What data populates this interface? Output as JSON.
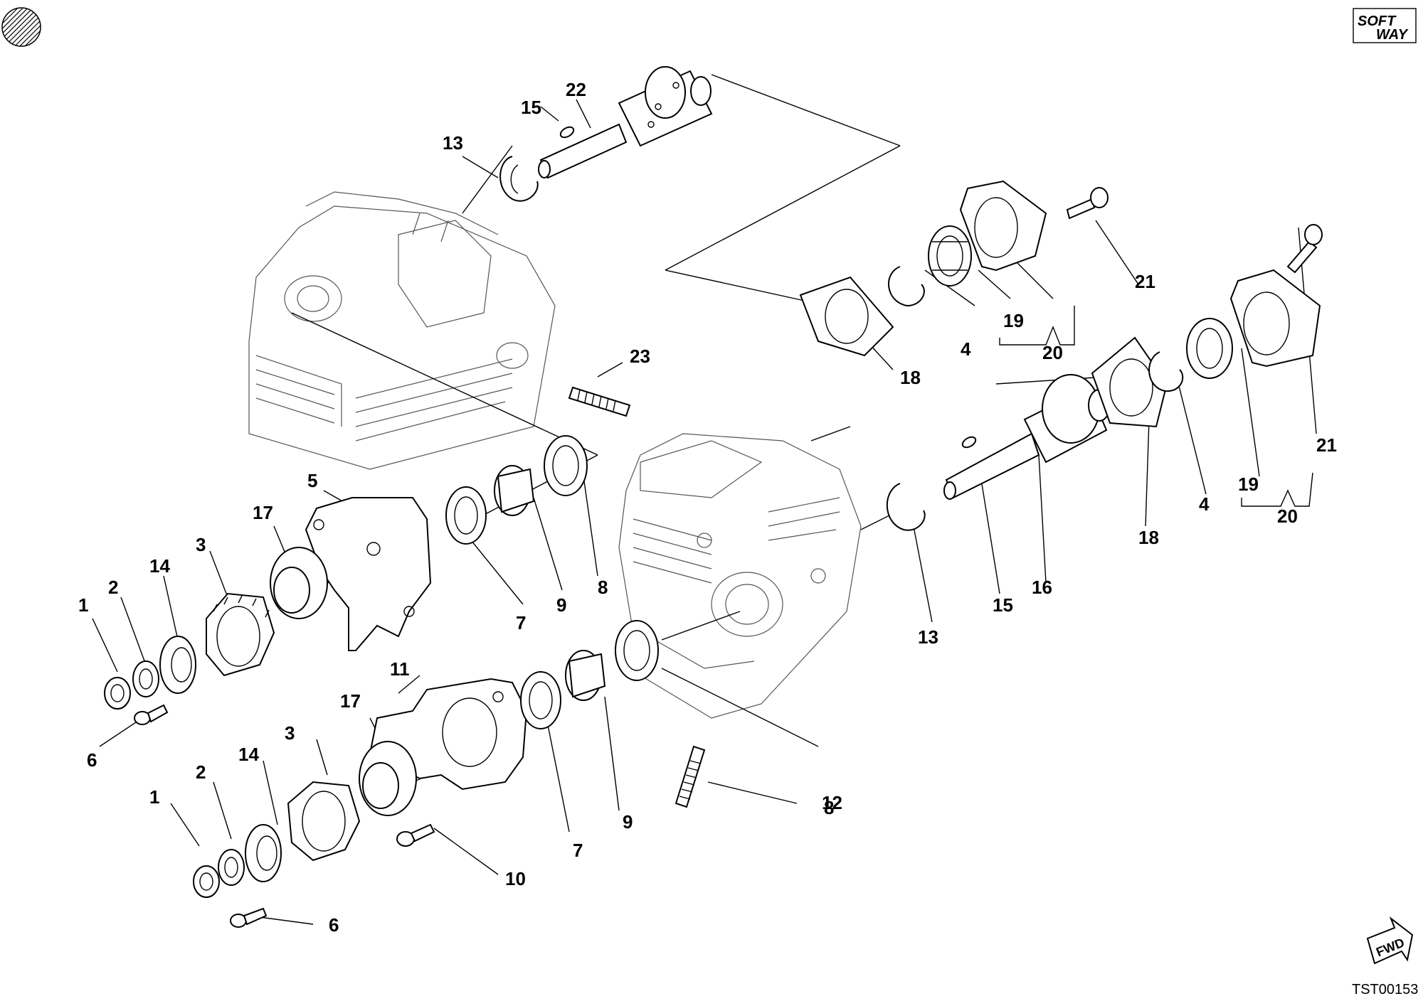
{
  "logo": {
    "line1": "SOFT",
    "line2": "WAY"
  },
  "fwd_label": "FWD",
  "figure_code": "TST00153",
  "callouts": {
    "c1a": "1",
    "c1b": "1",
    "c2a": "2",
    "c2b": "2",
    "c3a": "3",
    "c3b": "3",
    "c4a": "4",
    "c4b": "4",
    "c5": "5",
    "c6a": "6",
    "c6b": "6",
    "c7a": "7",
    "c7b": "7",
    "c8a": "8",
    "c8b": "8",
    "c9a": "9",
    "c9b": "9",
    "c10": "10",
    "c11": "11",
    "c12": "12",
    "c13a": "13",
    "c13b": "13",
    "c14a": "14",
    "c14b": "14",
    "c15a": "15",
    "c15b": "15",
    "c16": "16",
    "c17a": "17",
    "c17b": "17",
    "c18a": "18",
    "c18b": "18",
    "c19a": "19",
    "c19b": "19",
    "c20a": "20",
    "c20b": "20",
    "c21a": "21",
    "c21b": "21",
    "c22": "22",
    "c23": "23"
  }
}
